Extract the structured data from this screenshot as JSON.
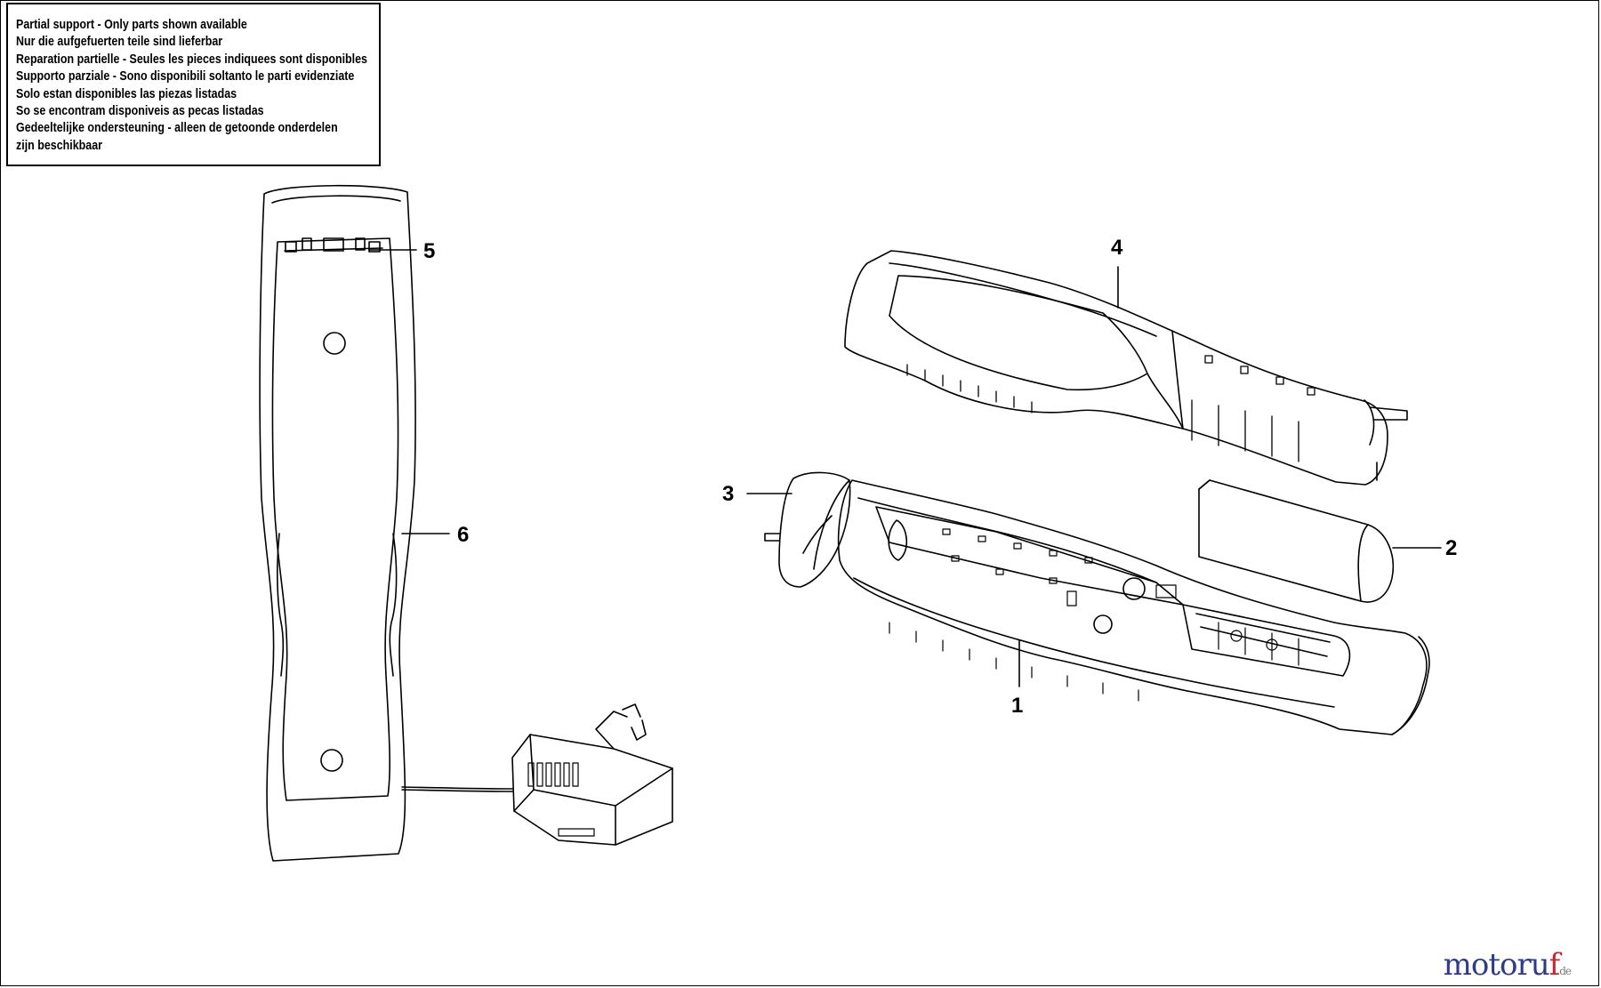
{
  "notice": {
    "lines": [
      "Partial support - Only parts shown available",
      "Nur die aufgefuerten teile sind lieferbar",
      "Reparation partielle - Seules les pieces indiquees sont disponibles",
      "Supporto parziale - Sono disponibili soltanto le parti evidenziate",
      "Solo estan disponibles las piezas listadas",
      "So se encontram disponiveis as pecas listadas",
      "Gedeeltelijke ondersteuning - alleen de getoonde onderdelen",
      "zijn beschikbaar"
    ]
  },
  "callouts": {
    "c1": "1",
    "c2": "2",
    "c3": "3",
    "c4": "4",
    "c5": "5",
    "c6": "6"
  },
  "watermark": {
    "part_a": "motoru",
    "part_b": "f",
    "suffix": "de"
  },
  "colors": {
    "line": "#000000",
    "background": "#ffffff",
    "watermark_blue": "#2e3a8c",
    "watermark_red": "#c8242b"
  }
}
